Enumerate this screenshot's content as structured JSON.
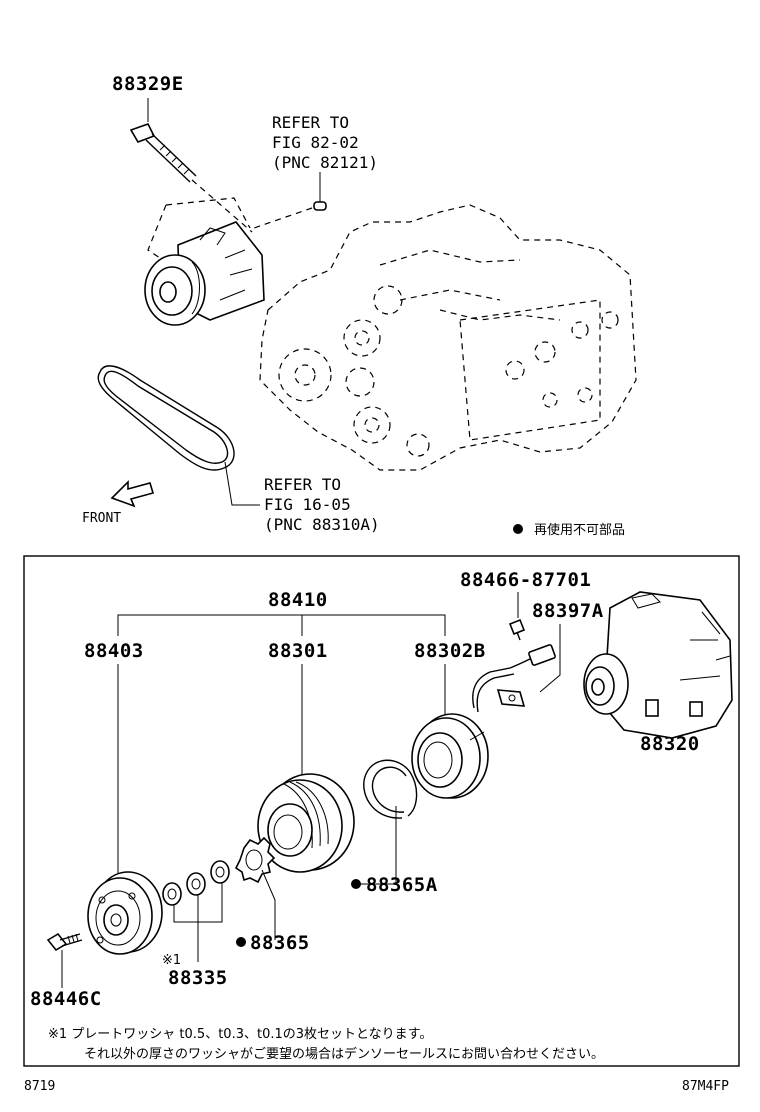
{
  "upper": {
    "bolt_part": "88329E",
    "refer_engine": [
      "REFER TO",
      "FIG 82-02",
      "(PNC 82121)"
    ],
    "refer_belt": [
      "REFER TO",
      "FIG 16-05",
      "(PNC 88310A)"
    ],
    "front_label": "FRONT",
    "legend_note": "再使用不可部品"
  },
  "lower": {
    "assembly_part": "88410",
    "parts": {
      "p88403": "88403",
      "p88301": "88301",
      "p88302B": "88302B",
      "p88466": "88466-87701",
      "p88397A": "88397A",
      "p88320": "88320",
      "p88365A": "88365A",
      "p88365": "88365",
      "p88335": "88335",
      "p88446C": "88446C"
    },
    "asterisk_mark": "※1",
    "note_line1": "※1 プレートワッシャ t0.5、t0.3、t0.1の3枚セットとなります。",
    "note_line2": "それ以外の厚さのワッシャがご要望の場合はデンソーセールスにお問い合わせください。"
  },
  "footer": {
    "left_code": "8719",
    "right_code": "87M4FP"
  },
  "icons": [
    "compressor-icon",
    "engine-icon",
    "belt-icon",
    "bolt-icon",
    "front-arrow-icon",
    "bullet-icon"
  ]
}
